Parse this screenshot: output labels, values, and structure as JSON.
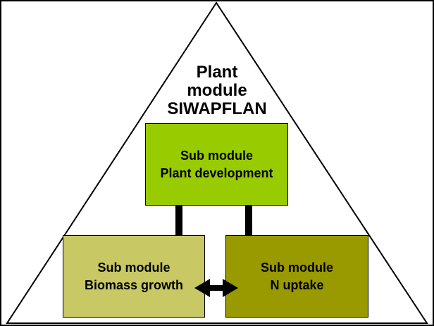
{
  "title": {
    "line1": "Plant",
    "line2": "module",
    "line3": "SIWAPFLAN"
  },
  "boxes": {
    "development": {
      "line1": "Sub module",
      "line2": "Plant development",
      "color": "#99cc00"
    },
    "biomass": {
      "line1": "Sub module",
      "line2": "Biomass growth",
      "color": "#c8c864"
    },
    "nitrogen": {
      "line1": "Sub module",
      "line2": "N uptake",
      "color": "#999900"
    }
  },
  "colors": {
    "background": "#ffffff",
    "line": "#000000"
  }
}
